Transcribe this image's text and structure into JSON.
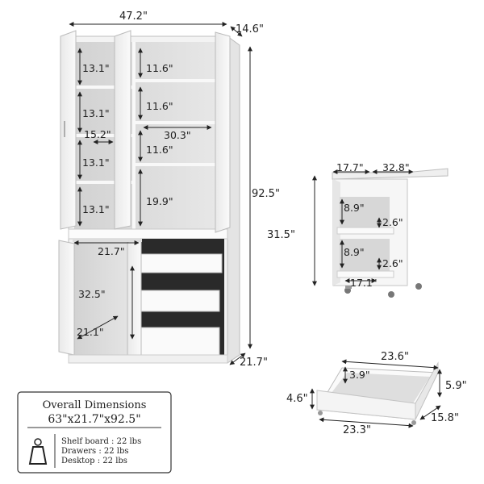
{
  "cabinet": {
    "width": "47.2\"",
    "depth_top": "14.6\"",
    "height": "92.5\"",
    "depth_bottom": "21.7\"",
    "left_shelf_1": "13.1\"",
    "left_shelf_2": "13.1\"",
    "left_shelf_3": "13.1\"",
    "left_shelf_4": "13.1\"",
    "left_shelf_width": "15.2\"",
    "right_shelf_1": "11.6\"",
    "right_shelf_2": "11.6\"",
    "right_shelf_width": "30.3\"",
    "right_shelf_3": "11.6\"",
    "right_shelf_4": "19.9\"",
    "lower_width": "21.7\"",
    "lower_height": "32.5\"",
    "lower_depth": "21.1\""
  },
  "cart": {
    "top_left": "17.7\"",
    "top_right": "32.8\"",
    "height": "31.5\"",
    "shelf_1": "8.9\"",
    "shelf_1_gap": "2.6\"",
    "shelf_2": "8.9\"",
    "shelf_2_gap": "2.6\"",
    "width": "17.1\""
  },
  "drawer": {
    "length": "23.6\"",
    "inner_depth": "3.9\"",
    "height_right": "5.9\"",
    "height_left": "4.6\"",
    "bottom_length": "23.3\"",
    "width": "15.8\""
  },
  "legend": {
    "title": "Overall Dimensions",
    "size": "63\"x21.7\"x92.5\"",
    "items": [
      "Shelf board : 22 lbs",
      "Drawers : 22 lbs",
      "Desktop : 22 lbs"
    ],
    "weight_icon": "weight-icon"
  }
}
